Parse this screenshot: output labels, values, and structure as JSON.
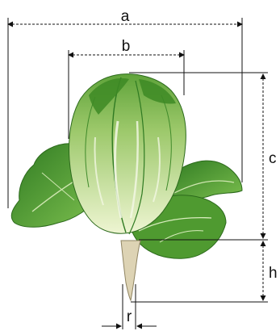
{
  "labels": {
    "a": "a",
    "b": "b",
    "c": "c",
    "h": "h",
    "r": "r"
  },
  "colors": {
    "leaf_dark": "#3f8a2a",
    "leaf_mid": "#6fb04a",
    "leaf_light": "#a9d07a",
    "heart_pale": "#e3efc2",
    "vein": "#f4f8e6",
    "root": "#d9cfb0",
    "dimension_line": "#111111"
  }
}
